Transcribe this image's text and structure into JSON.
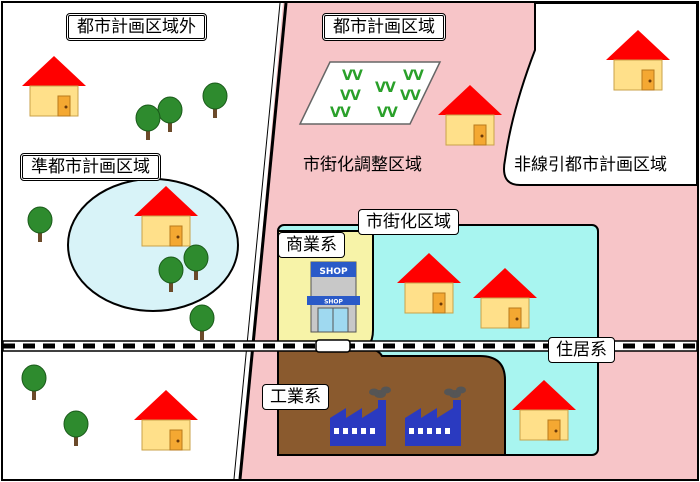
{
  "labels": {
    "outside_city_planning_area": "都市計画区域外",
    "city_planning_area": "都市計画区域",
    "quasi_city_planning_area": "準都市計画区域",
    "urbanization_control_area": "市街化調整区域",
    "non_delineated_area": "非線引都市計画区域",
    "urbanization_area": "市街化区域",
    "commercial_zone": "商業系",
    "residential_zone": "住居系",
    "industrial_zone": "工業系"
  },
  "shop": {
    "sign": "SHOP",
    "awning": "SHOP"
  },
  "field_marks": "V",
  "colors": {
    "city_planning_pink": "#f7c5c8",
    "urbanization_cyan": "#a8f5f0",
    "commercial_yellow": "#f7f3a8",
    "industrial_brown": "#8a5a2e",
    "quasi_area_lightblue": "#d8f3f8",
    "house_roof_red": "#ff0000",
    "house_wall": "#ffe08a",
    "factory_blue": "#2a3ac0",
    "tree_green": "#2e8b2e",
    "field_green": "#2aa02a"
  },
  "icons": [
    "house-icon",
    "tree-icon",
    "factory-icon",
    "shop-icon",
    "field-icon",
    "road-line"
  ]
}
